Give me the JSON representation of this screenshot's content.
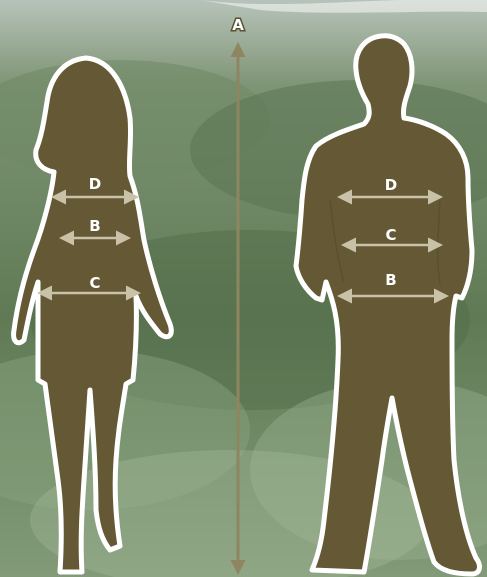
{
  "colors": {
    "silhouette": "#655935",
    "outline": "#ffffff",
    "arrow": "#c9c2a8",
    "height_arrow": "#8f8561",
    "label_fill": "#ffffff",
    "label_stroke": "#5a5030",
    "sky": "#cfd6d2",
    "forest_dark": "#4f6845",
    "forest_mid": "#6d8661",
    "forest_light": "#8fa687"
  },
  "height": {
    "label": "A"
  },
  "woman": {
    "labels": [
      "D",
      "B",
      "C"
    ]
  },
  "man": {
    "labels": [
      "D",
      "C",
      "B"
    ]
  }
}
